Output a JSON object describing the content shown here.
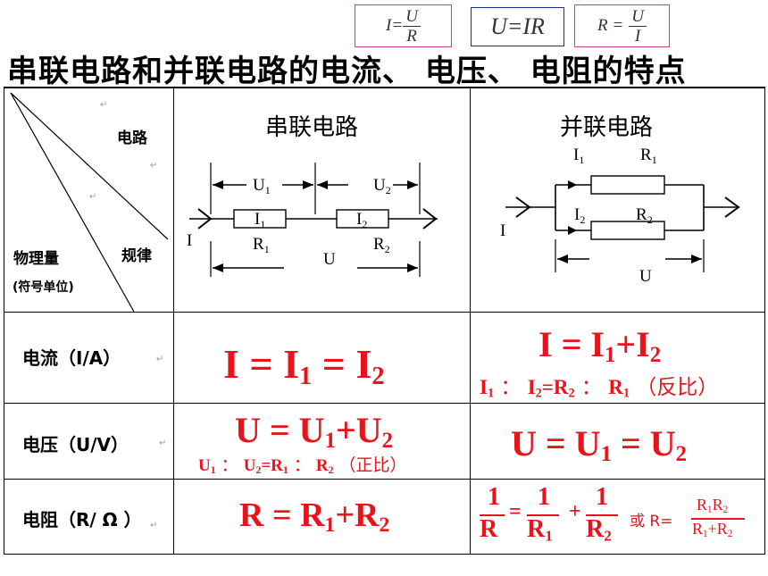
{
  "formula_boxes": {
    "box1": {
      "left": "I=",
      "num": "U",
      "den": "R"
    },
    "box2": {
      "text": "U=IR"
    },
    "box3": {
      "left": "R =",
      "num": "U",
      "den": "I"
    }
  },
  "title": "串联电路和并联电路的电流、 电压、 电阻的特点",
  "header": {
    "corner_top": "电路",
    "corner_middle": "规律",
    "corner_bottom1": "物理量",
    "corner_bottom2": "(符号单位)",
    "series_title": "串联电路",
    "parallel_title": "并联电路"
  },
  "series_diagram": {
    "u1": "U",
    "u1_sub": "1",
    "u2": "U",
    "u2_sub": "2",
    "i1": "I",
    "i1_sub": "1",
    "i2": "I",
    "i2_sub": "2",
    "r1": "R",
    "r1_sub": "1",
    "r2": "R",
    "r2_sub": "2",
    "i": "I",
    "u": "U"
  },
  "parallel_diagram": {
    "i1": "I",
    "i1_sub": "1",
    "r1": "R",
    "r1_sub": "1",
    "i2": "I",
    "i2_sub": "2",
    "r2": "R",
    "r2_sub": "2",
    "i": "I",
    "u": "U"
  },
  "rows": {
    "current": {
      "label": "电流（I/A）",
      "series": {
        "a": "I = I",
        "a_sub": "1",
        "b": " = I",
        "b_sub": "2"
      },
      "parallel": {
        "a": "I = I",
        "a_sub": "1",
        "b": "+I",
        "b_sub": "2",
        "ratio1": "I",
        "ratio1_sub": "1",
        "ratio_sep1": " ： ",
        "ratio2": "I",
        "ratio2_sub": "2",
        "ratio_eq": "=R",
        "ratio_eq_sub": "2",
        "ratio_sep2": " ： ",
        "ratio3": "R",
        "ratio3_sub": "1",
        "note": " （反比）"
      }
    },
    "voltage": {
      "label": "电压（U/V）",
      "series": {
        "a": "U = U",
        "a_sub": "1",
        "b": "+U",
        "b_sub": "2",
        "ratio1": "U",
        "ratio1_sub": "1",
        "ratio_sep1": " ： ",
        "ratio2": "U",
        "ratio2_sub": "2",
        "ratio_eq": "=R",
        "ratio_eq_sub": "1",
        "ratio_sep2": " ： ",
        "ratio3": "R",
        "ratio3_sub": "2",
        "note": " （正比）"
      },
      "parallel": {
        "a": "U = U",
        "a_sub": "1",
        "b": " = U",
        "b_sub": "2"
      }
    },
    "resistance": {
      "label": "电阻（R/ Ω ）",
      "series": {
        "a": "R = R",
        "a_sub": "1",
        "b": "+R",
        "b_sub": "2"
      },
      "parallel": {
        "one": "1",
        "R": "R",
        "eq": "=",
        "plus": "+",
        "r1_den": "R",
        "r1_sub": "1",
        "r2_den": "R",
        "r2_sub": "2",
        "or": "或 R=",
        "num": "R",
        "num_s1": "1",
        "num_r": "R",
        "num_s2": "2",
        "den1": "R",
        "den_s1": "1",
        "den_plus": "+R",
        "den_s2": "2"
      }
    }
  }
}
